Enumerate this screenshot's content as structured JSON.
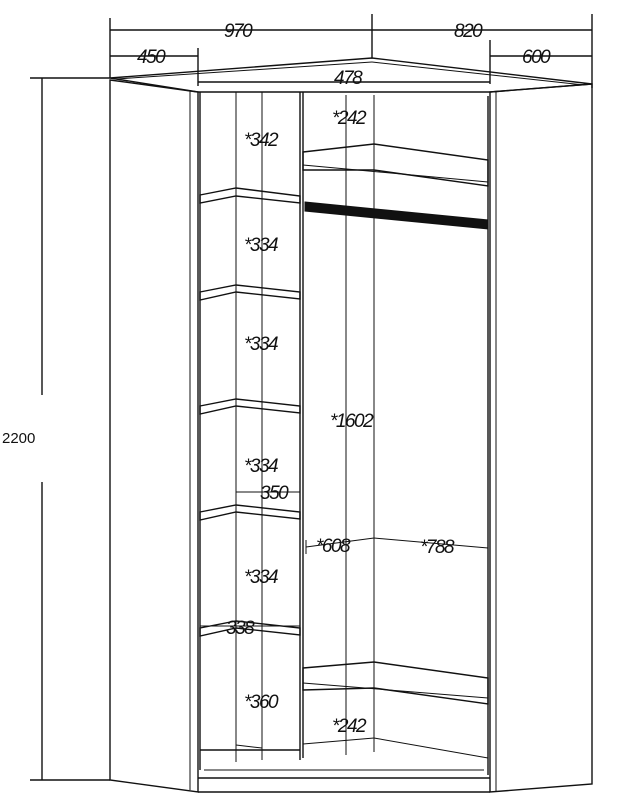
{
  "dimensions": {
    "top_left_width": "970",
    "top_right_width": "820",
    "left_depth": "450",
    "right_depth": "600",
    "inner_top_width": "478",
    "total_height": "2200",
    "shelf_gap_1": "*342",
    "shelf_gap_2": "*334",
    "shelf_gap_3": "*334",
    "shelf_gap_4": "*334",
    "shelf_gap_5": "*334",
    "shelf_gap_6": "*360",
    "shelf_depth": "350",
    "shelf_depth_lower": "338",
    "top_compartment": "*242",
    "bottom_compartment": "*242",
    "hanging_height": "*1602",
    "inner_width_left": "*608",
    "inner_width_right": "*788"
  }
}
